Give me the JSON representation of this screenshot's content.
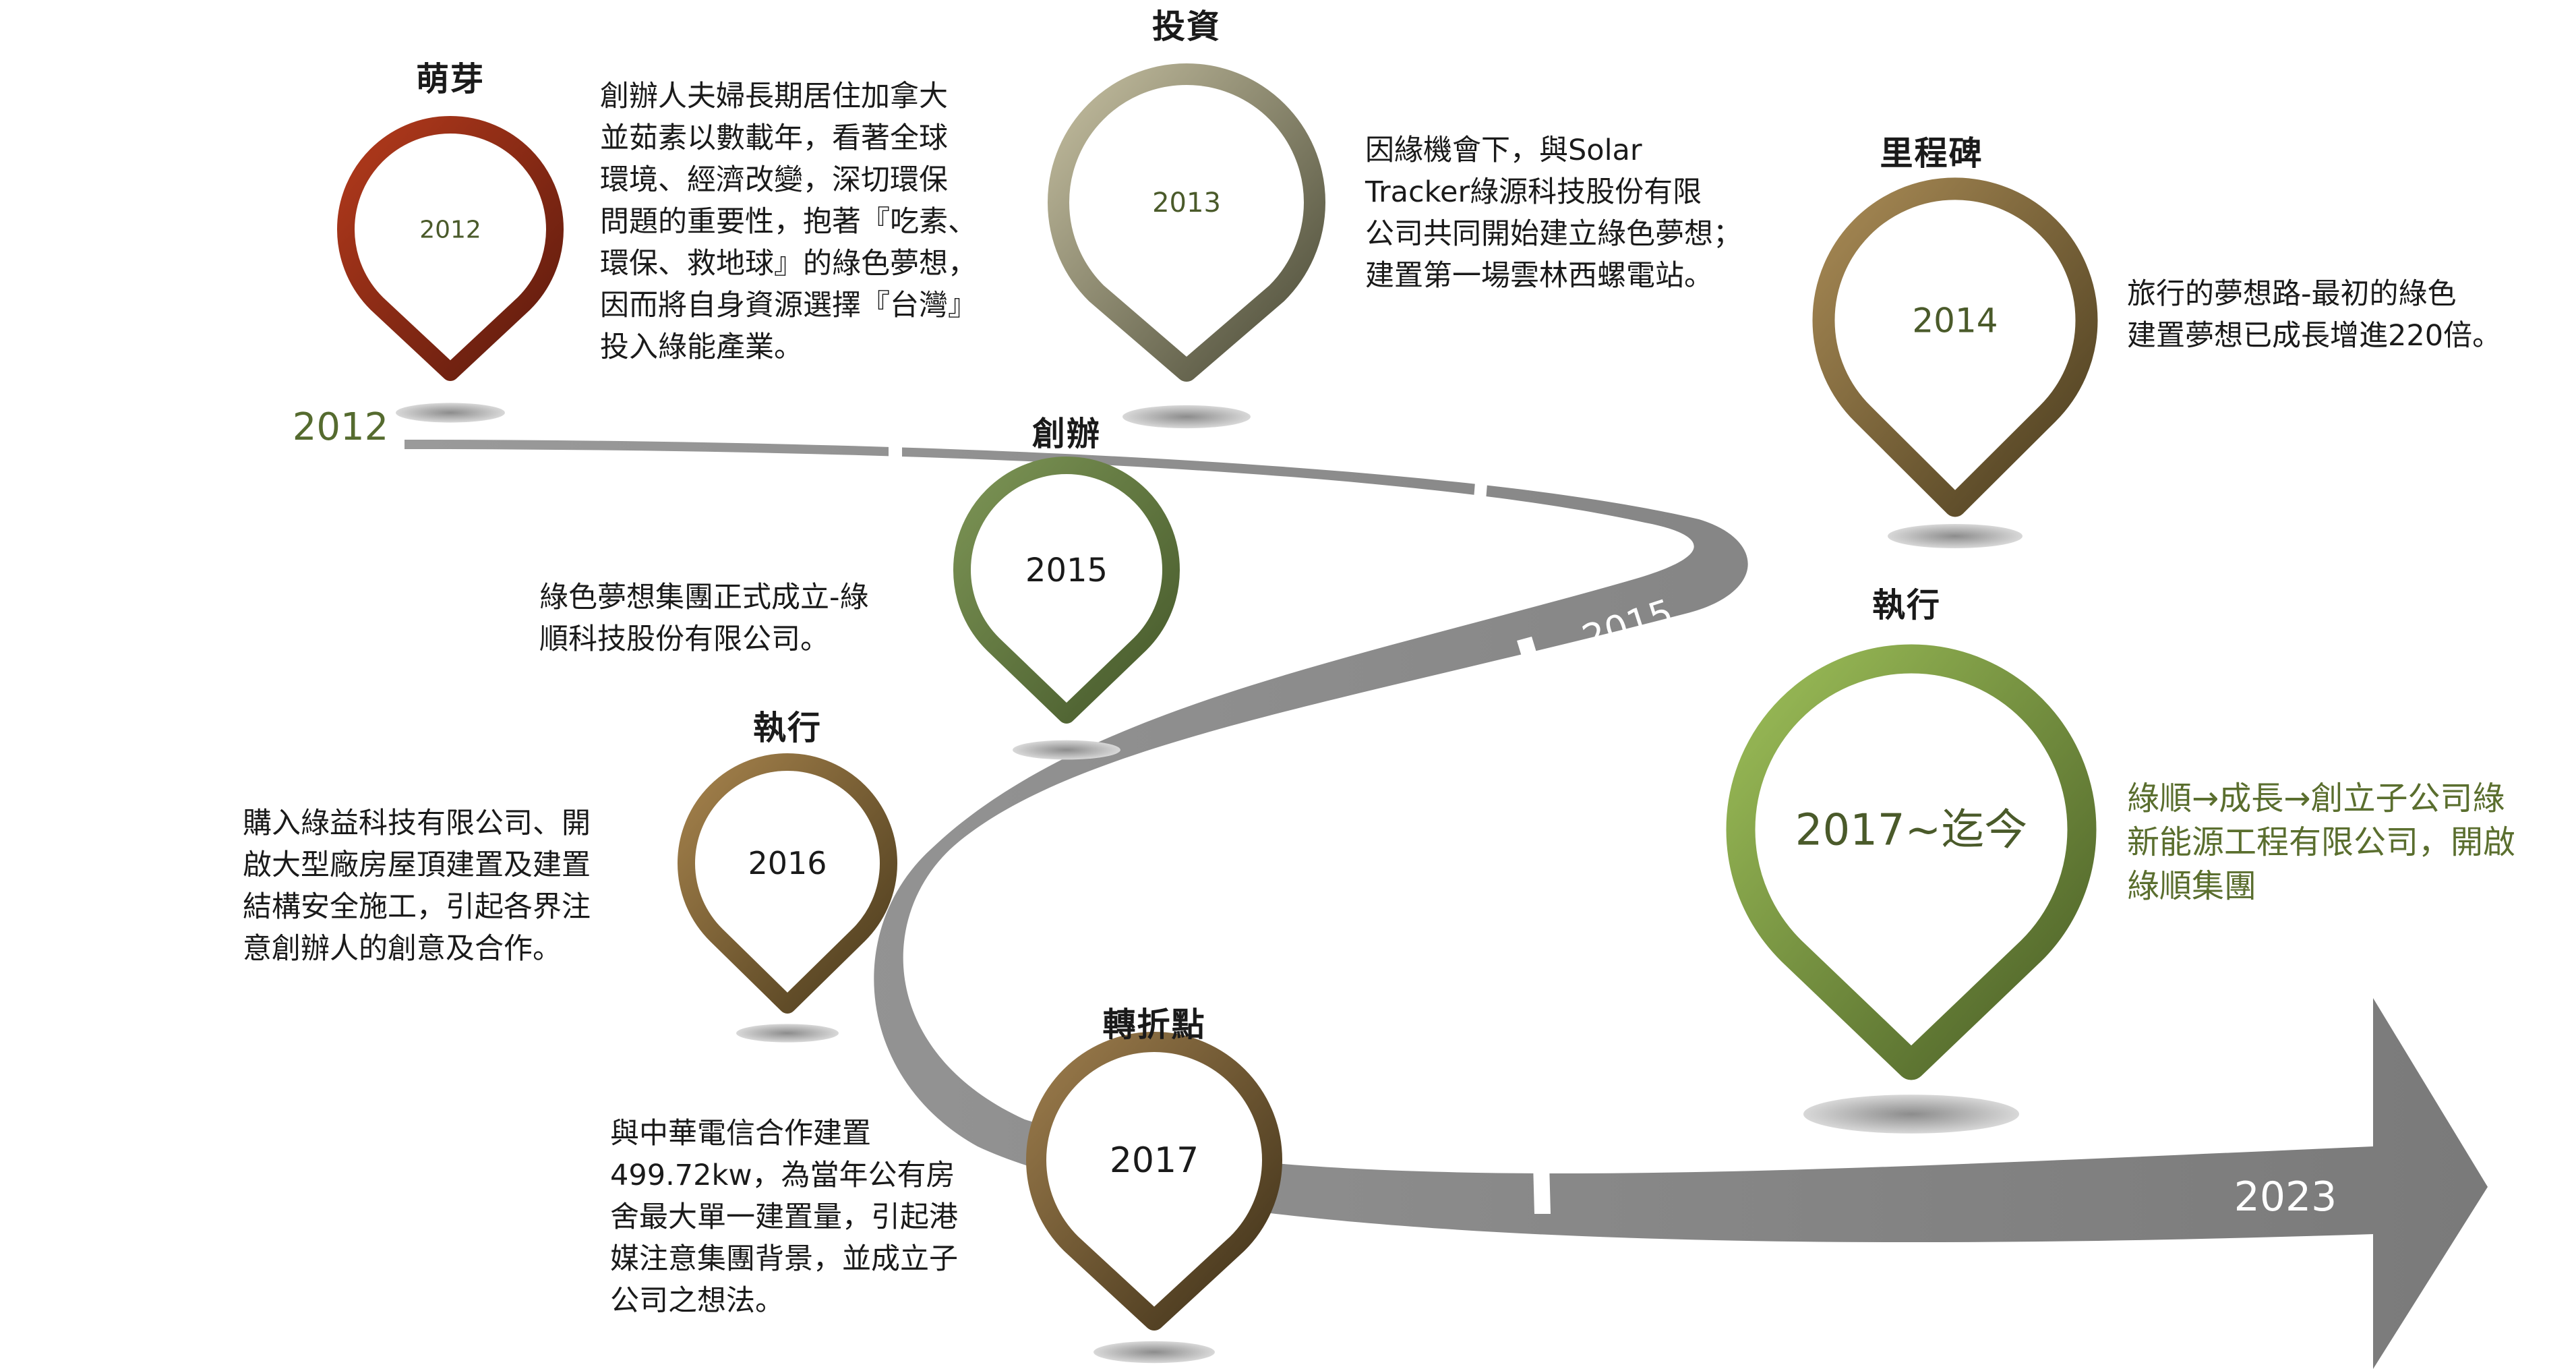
{
  "road_labels": {
    "start": "2012",
    "middle": "2015",
    "end": "2023"
  },
  "milestones": [
    {
      "heading": "萌芽",
      "year": "2012",
      "color_light": "#b33a1c",
      "color_dark": "#5c1a0d",
      "text_color": "#4a5a2a",
      "desc": [
        "創辦人夫婦長期居住加拿大",
        "並茹素以數載年，看著全球",
        "環境、經濟改變，深切環保",
        "問題的重要性，抱著『吃素、",
        "環保、救地球』的綠色夢想，",
        "因而將自身資源選擇『台灣』",
        "投入綠能產業。"
      ]
    },
    {
      "heading": "投資",
      "year": "2013",
      "color_light": "#c4bea0",
      "color_dark": "#4a4a36",
      "text_color": "#4a5a2a",
      "desc": [
        "因緣機會下，與Solar",
        "Tracker綠源科技股份有限",
        "公司共同開始建立綠色夢想；",
        "建置第一場雲林西螺電站。"
      ]
    },
    {
      "heading": "里程碑",
      "year": "2014",
      "color_light": "#a88a55",
      "color_dark": "#4a3c1e",
      "text_color": "#4a5a2a",
      "desc": [
        "旅行的夢想路-最初的綠色",
        "建置夢想已成長增進220倍。"
      ]
    },
    {
      "heading": "創辦",
      "year": "2015",
      "color_light": "#7c9455",
      "color_dark": "#45582a",
      "text_color": "#1a1a1a",
      "desc": [
        "綠色夢想集團正式成立-綠",
        "順科技股份有限公司。"
      ]
    },
    {
      "heading": "執行",
      "year": "2016",
      "color_light": "#a5824c",
      "color_dark": "#4a3a1c",
      "text_color": "#1a1a1a",
      "desc": [
        "購入綠益科技有限公司、開",
        "啟大型廠房屋頂建置及建置",
        "結構安全施工，引起各界注",
        "意創辦人的創意及合作。"
      ]
    },
    {
      "heading": "轉折點",
      "year": "2017",
      "color_light": "#9c7c4c",
      "color_dark": "#3e3018",
      "text_color": "#1a1a1a",
      "desc": [
        "與中華電信合作建置",
        "499.72kw，為當年公有房",
        "舍最大單一建置量，引起港",
        "媒注意集團背景，並成立子",
        "公司之想法。"
      ]
    },
    {
      "heading": "執行",
      "year": "2017~迄今",
      "color_light": "#9cbe58",
      "color_dark": "#4a5e26",
      "text_color": "#4a5a2a",
      "desc": [
        "綠順→成長→創立子公司綠",
        "新能源工程有限公司，開啟",
        "綠順集團"
      ]
    }
  ]
}
